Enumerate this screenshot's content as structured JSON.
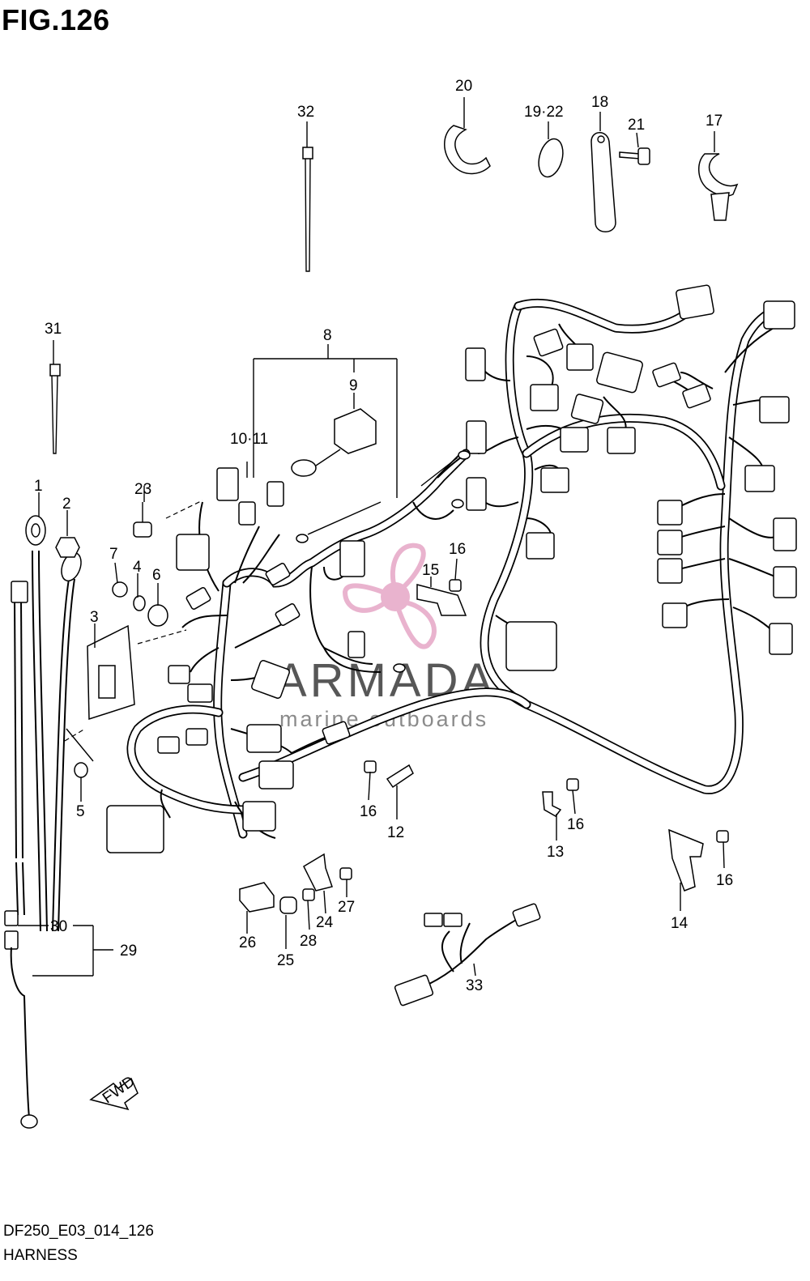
{
  "figure": {
    "title": "FIG.126",
    "code": "DF250_E03_014_126",
    "name": "HARNESS"
  },
  "watermark": {
    "brand": "ARMADA",
    "tagline": "marine outboards",
    "color": "#e6a6c6"
  },
  "arrow_label": "FWD",
  "callouts": [
    "1",
    "2",
    "3",
    "4",
    "5",
    "6",
    "7",
    "8",
    "9",
    "10·11",
    "12",
    "13",
    "14",
    "15",
    "16",
    "16",
    "16",
    "16",
    "16",
    "17",
    "18",
    "19·22",
    "20",
    "21",
    "23",
    "24",
    "25",
    "26",
    "27",
    "28",
    "29",
    "30",
    "31",
    "32",
    "33"
  ]
}
